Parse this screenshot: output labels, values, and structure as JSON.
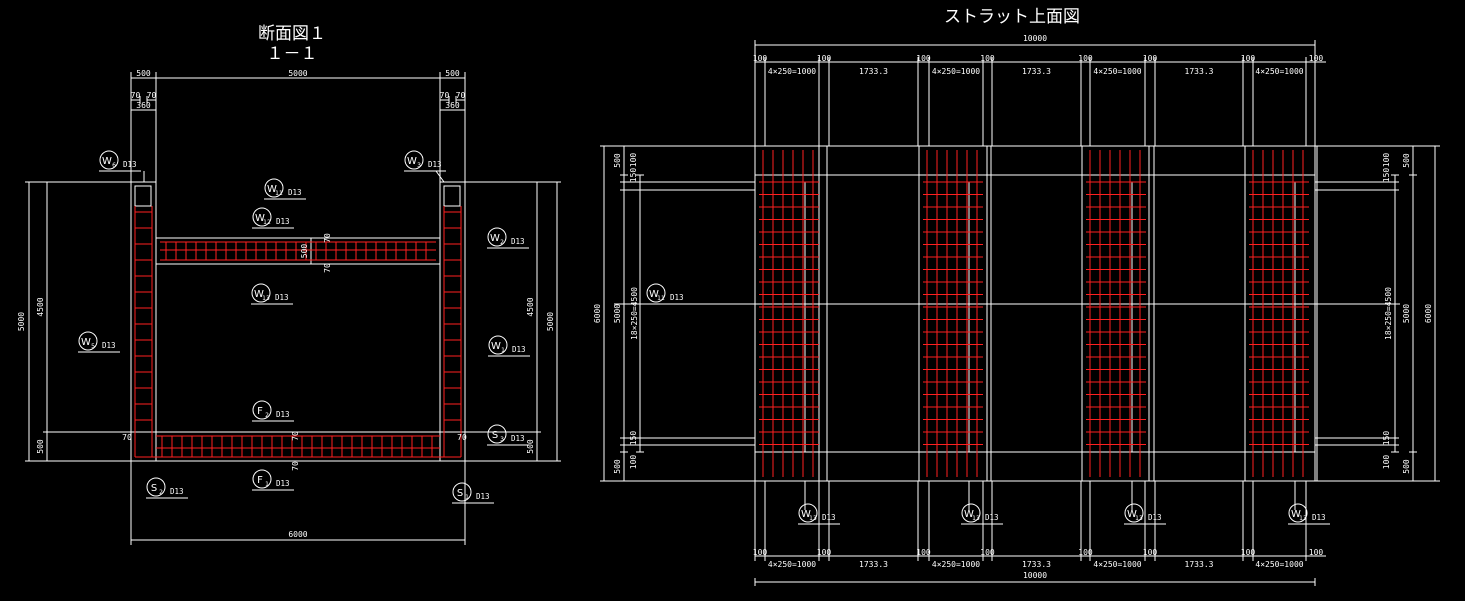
{
  "section": {
    "title_line1": "断面図１",
    "title_line2": "１－１",
    "dims": {
      "top_total": "5000",
      "top_left": "500",
      "top_right": "500",
      "small_70a": "70",
      "small_70b": "70",
      "small_70c": "70",
      "small_70d": "70",
      "small_360a": "360",
      "small_360b": "360",
      "left_total": "5000",
      "left_main": "4500",
      "left_bottom": "500",
      "right_total": "5000",
      "right_main": "4500",
      "right_bottom": "500",
      "strut_500": "500",
      "strut_70a": "70",
      "strut_70b": "70",
      "bot_70a": "70",
      "bot_70b": "70",
      "bot_70c": "70",
      "bot_70d": "70",
      "bottom_total": "6000"
    },
    "callouts": [
      {
        "k": "W",
        "s": "6",
        "dia": "D13"
      },
      {
        "k": "W",
        "s": "3",
        "dia": "D13"
      },
      {
        "k": "W",
        "s": "11",
        "dia": "D13"
      },
      {
        "k": "W",
        "s": "12",
        "dia": "D13"
      },
      {
        "k": "W",
        "s": "2",
        "dia": "D13"
      },
      {
        "k": "W",
        "s": "13",
        "dia": "D13"
      },
      {
        "k": "W",
        "s": "5",
        "dia": "D13"
      },
      {
        "k": "W",
        "s": "1",
        "dia": "D13"
      },
      {
        "k": "F",
        "s": "2",
        "dia": "D13"
      },
      {
        "k": "S",
        "s": "3",
        "dia": "D13"
      },
      {
        "k": "F",
        "s": "1",
        "dia": "D13"
      },
      {
        "k": "S",
        "s": "2",
        "dia": "D13"
      },
      {
        "k": "S",
        "s": "1",
        "dia": "D13"
      }
    ]
  },
  "plan": {
    "title": "ストラット上面図",
    "total_top": "10000",
    "total_bottom": "10000",
    "seg_100": "100",
    "seg_4x250": "4×250=1000",
    "seg_1733": "1733.3",
    "left_total": "6000",
    "left_main": "5000",
    "left_top": "500",
    "left_bottom": "500",
    "left_100a": "100",
    "left_100b": "100",
    "left_150a": "150",
    "left_150b": "150",
    "left_bars": "18×250=4500",
    "right_total": "6000",
    "right_main": "5000",
    "right_top": "500",
    "right_bottom": "500",
    "right_100a": "100",
    "right_100b": "100",
    "right_150a": "150",
    "right_150b": "150",
    "right_bars": "18×250=4500",
    "callout_w11": {
      "k": "W",
      "s": "11",
      "dia": "D13"
    },
    "callouts_w13": [
      {
        "k": "W",
        "s": "13",
        "dia": "D13"
      },
      {
        "k": "W",
        "s": "13",
        "dia": "D13"
      },
      {
        "k": "W",
        "s": "13",
        "dia": "D13"
      },
      {
        "k": "W",
        "s": "13",
        "dia": "D13"
      }
    ]
  },
  "colors": {
    "outline": "#ffffff",
    "rebar": "#ff2020",
    "background": "#000000"
  }
}
